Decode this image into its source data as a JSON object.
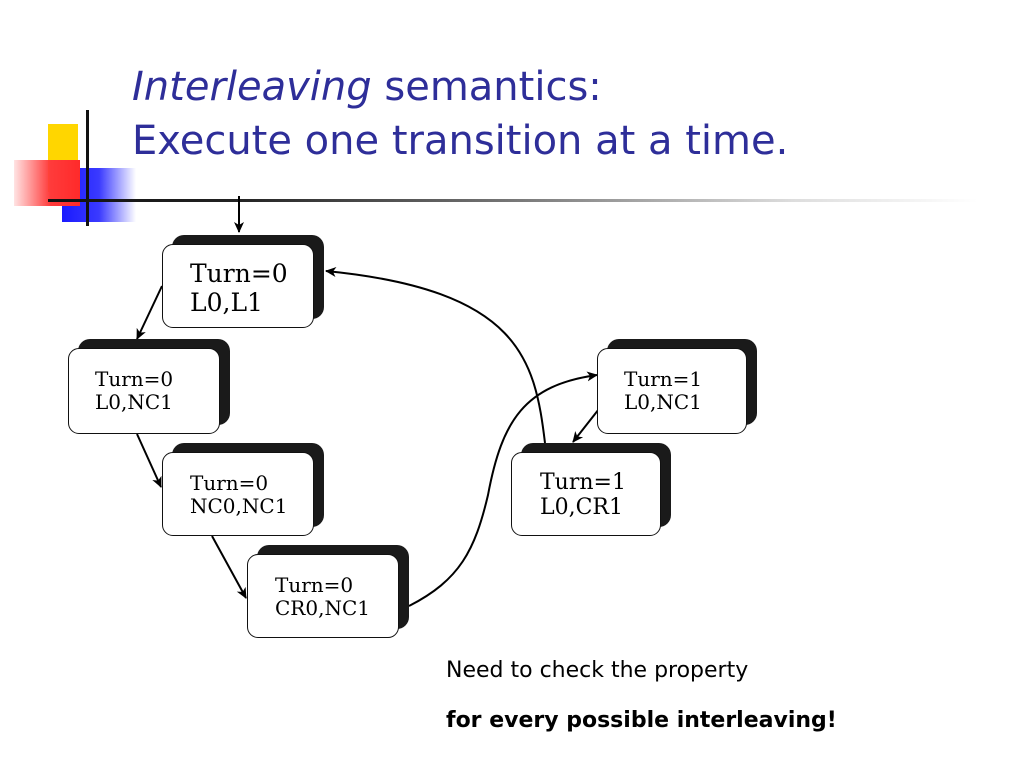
{
  "slide": {
    "title": {
      "italic_part": "Interleaving",
      "rest_part": " semantics:",
      "line2": "Execute one transition at a time."
    },
    "states": [
      {
        "id": "s1",
        "turn": "Turn=0",
        "locations": "L0,L1",
        "initial": true
      },
      {
        "id": "s2",
        "turn": "Turn=0",
        "locations": "L0,NC1"
      },
      {
        "id": "s3",
        "turn": "Turn=0",
        "locations": "NC0,NC1"
      },
      {
        "id": "s4",
        "turn": "Turn=0",
        "locations": "CR0,NC1"
      },
      {
        "id": "s5",
        "turn": "Turn=1",
        "locations": "L0,NC1"
      },
      {
        "id": "s6",
        "turn": "Turn=1",
        "locations": "L0,CR1"
      }
    ],
    "transitions": [
      {
        "from": "s1",
        "to": "s2"
      },
      {
        "from": "s2",
        "to": "s3"
      },
      {
        "from": "s3",
        "to": "s4"
      },
      {
        "from": "s4",
        "to": "s5"
      },
      {
        "from": "s5",
        "to": "s6"
      },
      {
        "from": "s6",
        "to": "s1"
      }
    ],
    "note": {
      "line1": "Need to check the property",
      "line2": "for every possible interleaving!"
    },
    "colors": {
      "title": "#2e2e99",
      "deco_yellow": "#ffd600",
      "deco_blue": "#1a1aff",
      "deco_red": "#ff3b3b"
    }
  }
}
